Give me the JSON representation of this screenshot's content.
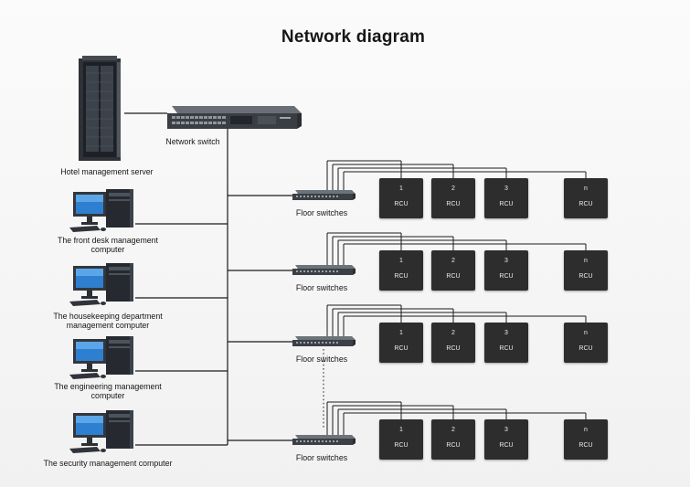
{
  "title": "Network diagram",
  "network_switch_label": "Network switch",
  "server_label": "Hotel management server",
  "computers": [
    {
      "label_lines": [
        "The front desk management",
        "computer"
      ]
    },
    {
      "label_lines": [
        "The housekeeping department",
        "management computer"
      ]
    },
    {
      "label_lines": [
        "The engineering management",
        "computer"
      ]
    },
    {
      "label_lines": [
        "The security management computer"
      ]
    }
  ],
  "floors": [
    {
      "switch_label": "Floor switches",
      "rcus": [
        {
          "num": "1",
          "name": "RCU"
        },
        {
          "num": "2",
          "name": "RCU"
        },
        {
          "num": "3",
          "name": "RCU"
        },
        {
          "num": "n",
          "name": "RCU"
        }
      ]
    },
    {
      "switch_label": "Floor switches",
      "rcus": [
        {
          "num": "1",
          "name": "RCU"
        },
        {
          "num": "2",
          "name": "RCU"
        },
        {
          "num": "3",
          "name": "RCU"
        },
        {
          "num": "n",
          "name": "RCU"
        }
      ]
    },
    {
      "switch_label": "Floor switches",
      "rcus": [
        {
          "num": "1",
          "name": "RCU"
        },
        {
          "num": "2",
          "name": "RCU"
        },
        {
          "num": "3",
          "name": "RCU"
        },
        {
          "num": "n",
          "name": "RCU"
        }
      ]
    },
    {
      "switch_label": "Floor switches",
      "rcus": [
        {
          "num": "1",
          "name": "RCU"
        },
        {
          "num": "2",
          "name": "RCU"
        },
        {
          "num": "3",
          "name": "RCU"
        },
        {
          "num": "n",
          "name": "RCU"
        }
      ]
    }
  ],
  "icons": {
    "server": "server-rack-icon",
    "network_switch": "network-switch-icon",
    "computer": "desktop-computer-icon",
    "floor_switch": "floor-switch-icon"
  }
}
